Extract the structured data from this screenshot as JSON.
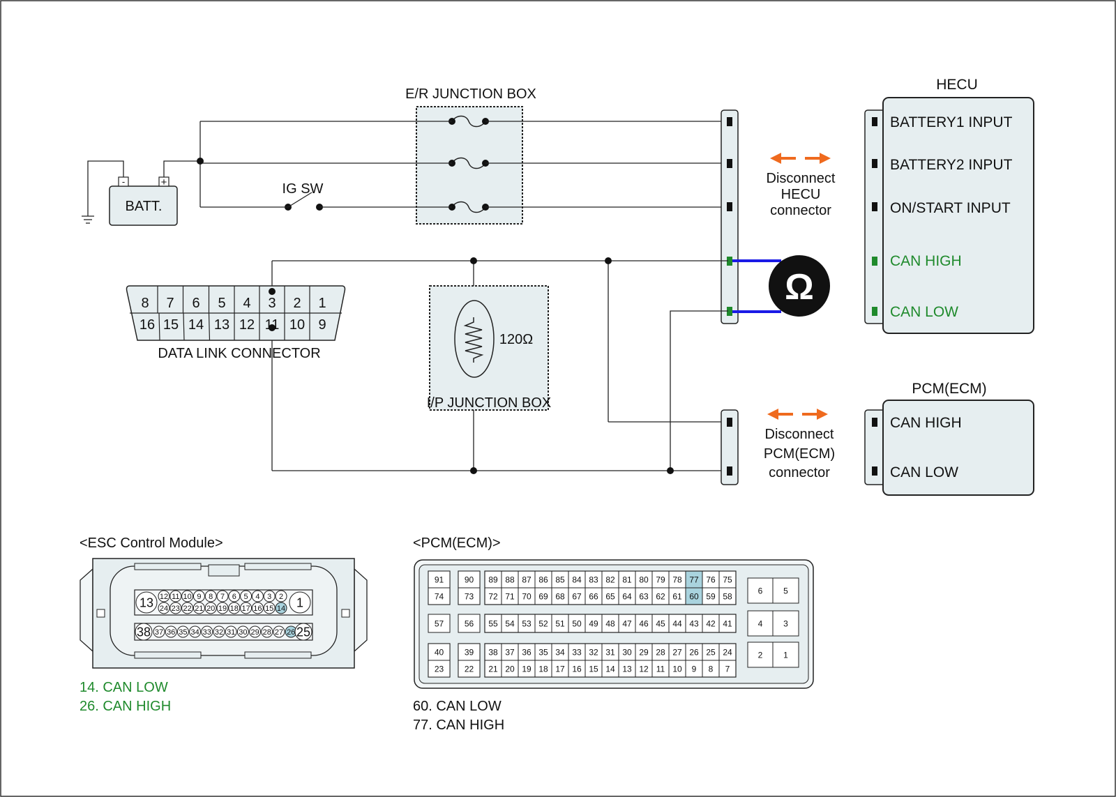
{
  "labels": {
    "er_junction_box": "E/R JUNCTION BOX",
    "ip_junction_box": "I/P JUNCTION BOX",
    "batt": "BATT.",
    "batt_minus": "-",
    "batt_plus": "+",
    "ig_sw": "IG SW",
    "resistor": "120Ω",
    "data_link_connector": "DATA LINK CONNECTOR",
    "ohm_symbol": "Ω"
  },
  "hecu": {
    "title": "HECU",
    "pins": [
      "BATTERY1 INPUT",
      "BATTERY2 INPUT",
      "ON/START INPUT",
      "CAN HIGH",
      "CAN LOW"
    ],
    "disconnect": [
      "Disconnect",
      "HECU",
      "connector"
    ]
  },
  "pcm": {
    "title": "PCM(ECM)",
    "pins": [
      "CAN HIGH",
      "CAN LOW"
    ],
    "disconnect": [
      "Disconnect",
      "PCM(ECM)",
      "connector"
    ]
  },
  "dlc": {
    "top": [
      "8",
      "7",
      "6",
      "5",
      "4",
      "3",
      "2",
      "1"
    ],
    "bottom": [
      "16",
      "15",
      "14",
      "13",
      "12",
      "11",
      "10",
      "9"
    ]
  },
  "esc": {
    "title": "<ESC Control Module>",
    "row1": [
      "12",
      "11",
      "10",
      "9",
      "8",
      "7",
      "6",
      "5",
      "4",
      "3",
      "2"
    ],
    "row2": [
      "24",
      "23",
      "22",
      "21",
      "20",
      "19",
      "18",
      "17",
      "16",
      "15",
      "14"
    ],
    "row3": [
      "37",
      "36",
      "35",
      "34",
      "33",
      "32",
      "31",
      "30",
      "29",
      "28",
      "27",
      "26"
    ],
    "big": [
      "13",
      "1",
      "38",
      "25"
    ],
    "highlight": [
      "14",
      "26"
    ],
    "notes": [
      "14. CAN LOW",
      "26. CAN HIGH"
    ]
  },
  "pcm_connector": {
    "title": "<PCM(ECM)>",
    "left": [
      [
        "91",
        "74"
      ],
      [
        "90",
        "73"
      ],
      [
        "57"
      ],
      [
        "56"
      ],
      [
        "40",
        "23"
      ],
      [
        "39",
        "22"
      ]
    ],
    "block1_top": [
      "89",
      "88",
      "87",
      "86",
      "85",
      "84",
      "83",
      "82",
      "81",
      "80",
      "79",
      "78",
      "77",
      "76",
      "75"
    ],
    "block1_bottom": [
      "72",
      "71",
      "70",
      "69",
      "68",
      "67",
      "66",
      "65",
      "64",
      "63",
      "62",
      "61",
      "60",
      "59",
      "58"
    ],
    "block2": [
      "55",
      "54",
      "53",
      "52",
      "51",
      "50",
      "49",
      "48",
      "47",
      "46",
      "45",
      "44",
      "43",
      "42",
      "41"
    ],
    "block3_top": [
      "38",
      "37",
      "36",
      "35",
      "34",
      "33",
      "32",
      "31",
      "30",
      "29",
      "28",
      "27",
      "26",
      "25",
      "24"
    ],
    "block3_bottom": [
      "21",
      "20",
      "19",
      "18",
      "17",
      "16",
      "15",
      "14",
      "13",
      "12",
      "11",
      "10",
      "9",
      "8",
      "7"
    ],
    "right": [
      [
        "6",
        "5"
      ],
      [
        "4",
        "3"
      ],
      [
        "2",
        "1"
      ]
    ],
    "highlight": [
      "77",
      "60"
    ],
    "notes": [
      "60. CAN LOW",
      "77. CAN HIGH"
    ]
  },
  "colors": {
    "line": "#1a1a1a",
    "box_fill": "#e6eef0",
    "can_green": "#1f8a2c",
    "meter_wire": "#1a1ae6",
    "arrow": "#ef6a1e",
    "highlight": "#a9d3de"
  }
}
